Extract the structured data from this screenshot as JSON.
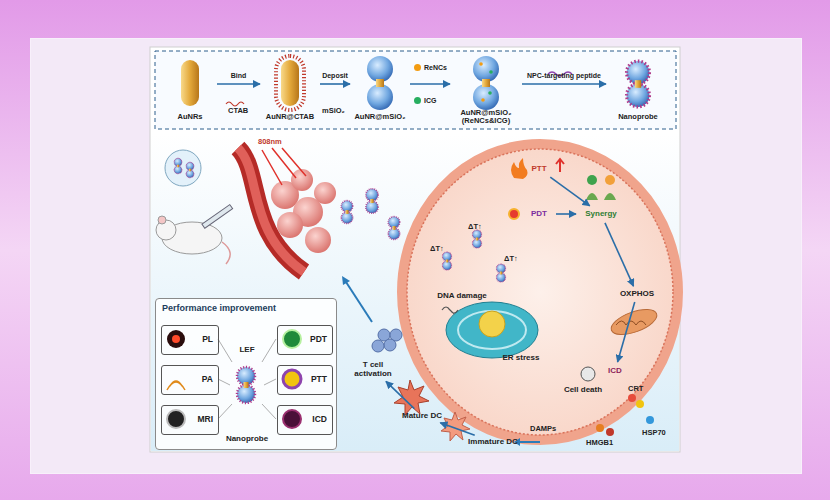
{
  "diagram": {
    "nodes": [
      {
        "text": [
          "AuNRs"
        ]
      },
      {
        "text": [
          "AuNR@CTAB"
        ]
      },
      {
        "text": [
          "AuNR@mSiO₂"
        ]
      },
      {
        "text": [
          "AuNR@mSiO₂ (ReNCs&ICG)"
        ]
      },
      {
        "text": [
          "Nanoprobe"
        ]
      },
      {
        "text": [
          "PTT"
        ]
      },
      {
        "text": [
          "PDT"
        ]
      },
      {
        "text": [
          "Synergy"
        ]
      },
      {
        "text": [
          "DNA damage"
        ]
      },
      {
        "text": [
          "ER stress"
        ]
      },
      {
        "text": [
          "OXPHOS"
        ]
      },
      {
        "text": [
          "Cell death"
        ]
      },
      {
        "text": [
          "ICD"
        ]
      },
      {
        "text": [
          "Immature DC"
        ]
      },
      {
        "text": [
          "Mature DC"
        ]
      },
      {
        "text": [
          "T cell activation"
        ]
      },
      {
        "text": [
          "Performance improvement"
        ]
      },
      {
        "text": [
          "PL"
        ],
        "in": 16
      },
      {
        "text": [
          "PA"
        ],
        "in": 16
      },
      {
        "text": [
          "MRI"
        ],
        "in": 16
      },
      {
        "text": [
          "LEF",
          "Nanoprobe"
        ],
        "in": 16
      },
      {
        "text": [
          "PDT"
        ],
        "in": 16
      },
      {
        "text": [
          "PTT"
        ],
        "in": 16
      },
      {
        "text": [
          "ICD"
        ],
        "in": 16
      }
    ],
    "edges": [
      {
        "from": 0,
        "to": 1,
        "label": "Bind",
        "arrow": "to"
      },
      {
        "from": 1,
        "to": 2,
        "label": "Deposit",
        "arrow": "to"
      },
      {
        "from": 2,
        "to": 3,
        "arrow": "to"
      },
      {
        "from": 3,
        "to": 4,
        "label": "NPC-targeting peptide",
        "arrow": "to"
      },
      {
        "from": 5,
        "to": 7,
        "arrow": "to"
      },
      {
        "from": 6,
        "to": 7,
        "arrow": "to"
      },
      {
        "from": 7,
        "to": 10,
        "arrow": "to"
      },
      {
        "from": 10,
        "to": 12,
        "arrow": "to"
      },
      {
        "from": 13,
        "to": 14,
        "arrow": "to"
      },
      {
        "from": 14,
        "to": 15,
        "arrow": "to"
      }
    ],
    "labels": [
      "CTAB",
      "mSiO₂",
      "808nm",
      "ΔT↑",
      "ΔT↑",
      "ΔT↑",
      "CRT",
      "HSP70",
      "HMGB1",
      "DAMPs"
    ],
    "legend": [
      {
        "text": "ReNCs",
        "color": "#f39c12"
      },
      {
        "text": "ICG",
        "color": "#27ae60"
      }
    ]
  }
}
